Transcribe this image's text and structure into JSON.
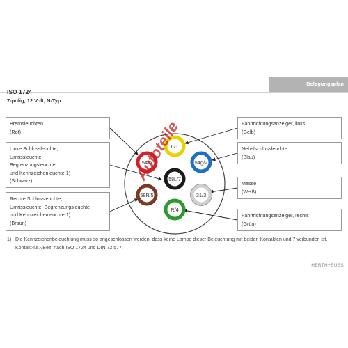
{
  "header": {
    "tab_label": "Belegungsplan"
  },
  "titles": {
    "line1": "ISO 1724",
    "line2": "7-polig, 12 Volt, N-Typ"
  },
  "boxes": {
    "brake": [
      "Bremsleuchten",
      "(Rot)"
    ],
    "left_tail": [
      "Linke Schlussleuchte,",
      "Umrissleuchte,",
      "Begrenzungsleuchte",
      "und Kennzeichenleuchte 1)",
      "(Schwarz)"
    ],
    "right_tail": [
      "Rechte Schlussleuchte,",
      "Umrissleuchte,  Begrenzungsleuchte",
      "und Kennzeichenleuchte 1)",
      "(Braun)"
    ],
    "turn_left": [
      "Fahrtrichtungsanzeiger, links",
      "(Gelb)"
    ],
    "fog": [
      "Nebelschlussleuchte",
      "(Blau)"
    ],
    "ground": [
      "Masse",
      "(Weiß)"
    ],
    "turn_right": [
      "Fahrtrichtungsanzeiger, rechts",
      "(Grün)"
    ]
  },
  "pins": {
    "p1": {
      "label": "L/1",
      "color": "#e8d200"
    },
    "p2": {
      "label": "54g/2",
      "color": "#1e6fc6"
    },
    "p3": {
      "label": "31/3",
      "color": "#ffffff"
    },
    "p4": {
      "label": "R/4",
      "color": "#2e9a2e"
    },
    "p5": {
      "label": "58R/5",
      "color": "#7a3a22"
    },
    "p6": {
      "label": "54/6",
      "color": "#d2232a"
    },
    "p7": {
      "label": "58L/7",
      "color": "#1a1a1a"
    }
  },
  "footnote": {
    "num": "1)",
    "text": "Die Kennzeichenbeleuchtung muss so angeschlossen werden, dass keine Lampe dieser Beleuchtung mit beiden Kontakten und 7 verbunden ist. Kontakt-Nr.-/Bez. nach ISO 1724 und DIN 72 577."
  },
  "brand": "HERTH+BUSS",
  "watermark": "Autoteile"
}
